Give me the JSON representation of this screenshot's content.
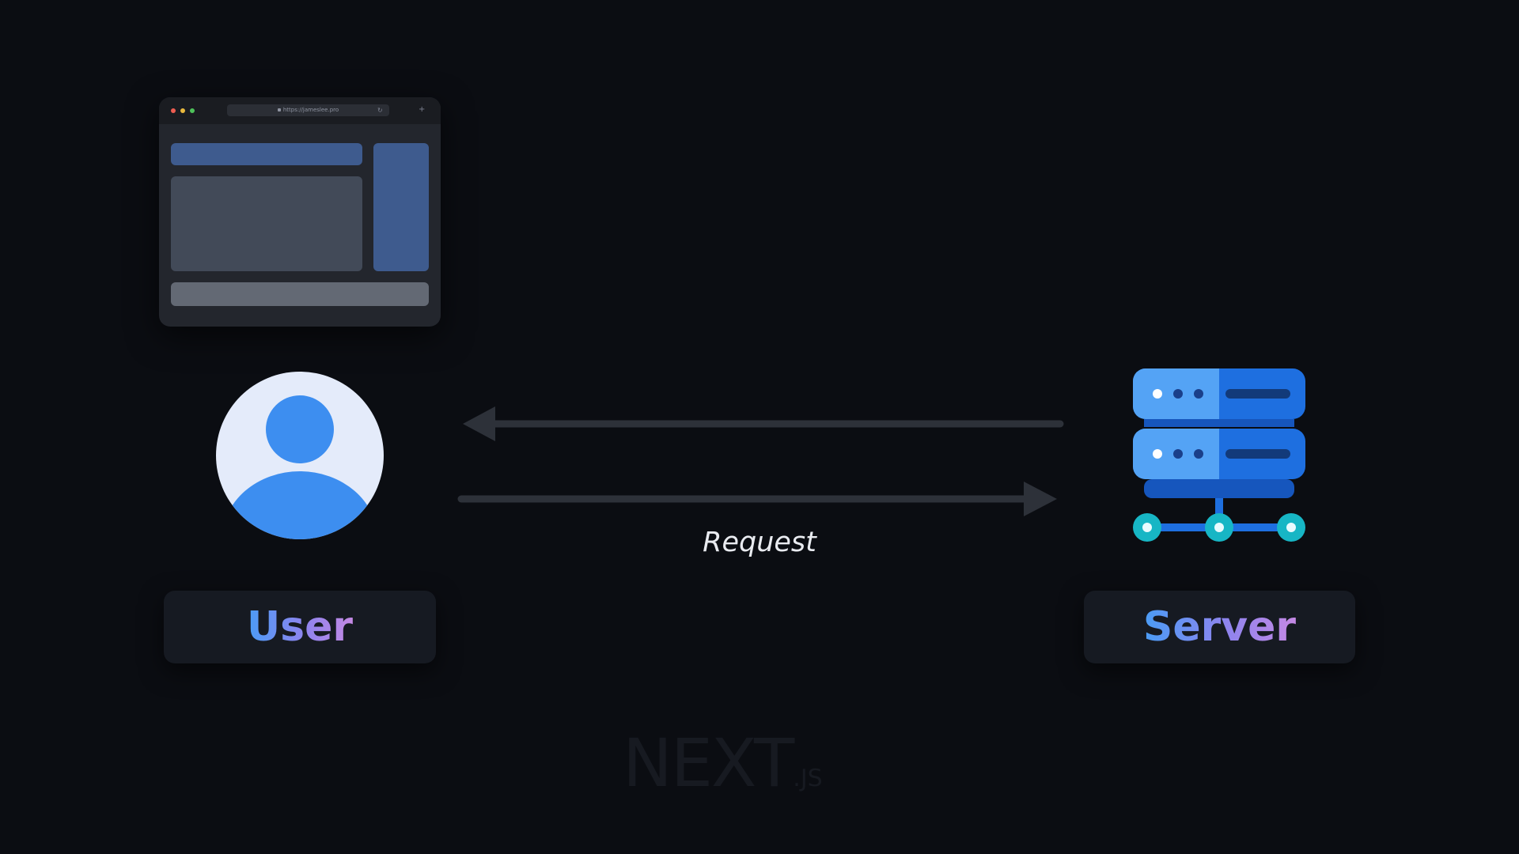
{
  "browser": {
    "url": "https://jameslee.pro",
    "reload_glyph": "↻",
    "new_tab_glyph": "+"
  },
  "diagram": {
    "user_label": "User",
    "server_label": "Server",
    "request_label": "Request"
  },
  "watermark": {
    "main": "NEXT",
    "suffix": ".JS"
  },
  "colors": {
    "background": "#0b0d12",
    "arrow": "#2d3139",
    "accent_blue": "#3d8ef0",
    "server_light": "#54a3f5",
    "server_dark": "#1e6fe0",
    "node_teal": "#17b6c5"
  },
  "icons": {
    "user": "user-avatar-icon",
    "server": "server-stack-icon"
  }
}
